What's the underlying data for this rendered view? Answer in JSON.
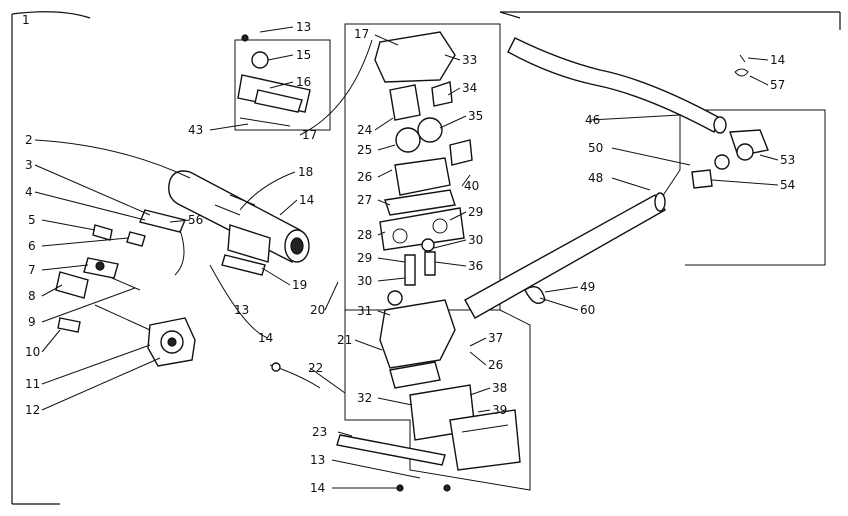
{
  "diagram": {
    "callouts": {
      "c1": "1",
      "c2": "2",
      "c3": "3",
      "c4": "4",
      "c5": "5",
      "c6": "6",
      "c7": "7",
      "c8": "8",
      "c9": "9",
      "c10": "10",
      "c11": "11",
      "c12": "12",
      "c13a": "13",
      "c13b": "13",
      "c13c": "13",
      "c14a": "14",
      "c14b": "14",
      "c14c": "14",
      "c14d": "14",
      "c15": "15",
      "c16": "16",
      "c17a": "17",
      "c17b": "17",
      "c18": "18",
      "c19": "19",
      "c20": "20",
      "c21": "21",
      "c22": "22",
      "c23": "23",
      "c24": "24",
      "c25": "25",
      "c26a": "26",
      "c26b": "26",
      "c27": "27",
      "c28": "28",
      "c29a": "29",
      "c29b": "29",
      "c30a": "30",
      "c30b": "30",
      "c31": "31",
      "c32": "32",
      "c33": "33",
      "c34": "34",
      "c35": "35",
      "c36": "36",
      "c37": "37",
      "c38": "38",
      "c39": "39",
      "c40": "40",
      "c43": "43",
      "c46": "46",
      "c48": "48",
      "c49": "49",
      "c50": "50",
      "c53": "53",
      "c54": "54",
      "c56": "56",
      "c57": "57",
      "c60": "60"
    }
  }
}
